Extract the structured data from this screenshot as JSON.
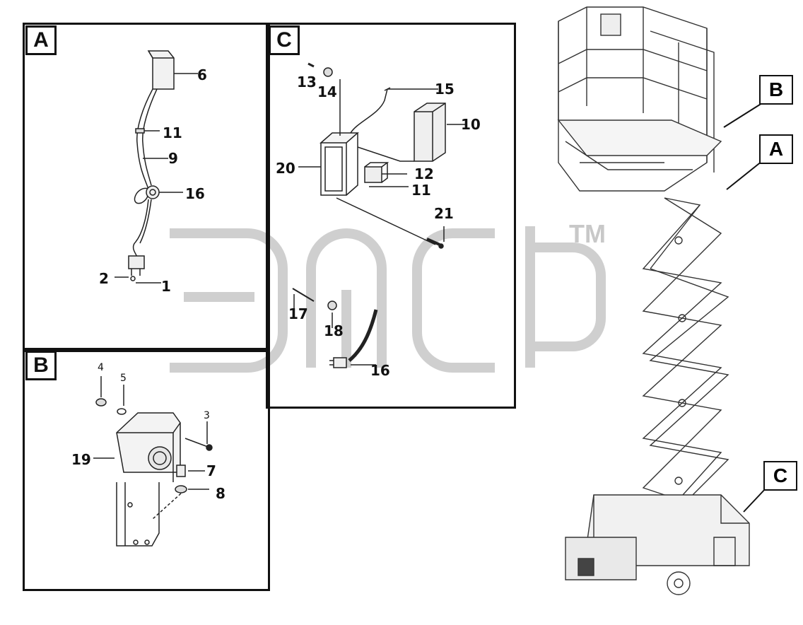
{
  "panels": {
    "a": {
      "tag": "A",
      "callouts": {
        "c6": "6",
        "c11": "11",
        "c9": "9",
        "c16": "16",
        "c2": "2",
        "c1": "1"
      }
    },
    "b": {
      "tag": "B",
      "callouts": {
        "c4": "4",
        "c5": "5",
        "c3": "3",
        "c19": "19",
        "c7": "7",
        "c8": "8"
      }
    },
    "c": {
      "tag": "C",
      "callouts": {
        "c13": "13",
        "c14": "14",
        "c15": "15",
        "c10": "10",
        "c20": "20",
        "c12": "12",
        "c11": "11",
        "c21": "21",
        "c17": "17",
        "c18": "18",
        "c16": "16"
      }
    }
  },
  "machine_tags": {
    "b": "B",
    "a": "A",
    "c": "C"
  },
  "watermark": {
    "mark": "TM"
  }
}
